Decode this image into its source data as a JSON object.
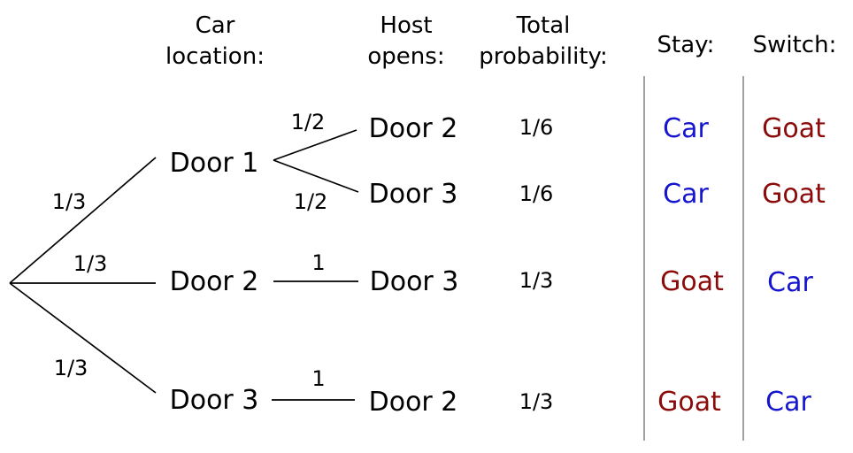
{
  "headers": {
    "car_location": [
      "Car",
      "location:"
    ],
    "host_opens": [
      "Host",
      "opens:"
    ],
    "total_probability": [
      "Total",
      "probability:"
    ],
    "stay": "Stay:",
    "switch": "Switch:"
  },
  "car_branches": [
    {
      "door": "Door 1",
      "probability": "1/3",
      "host_branches": [
        {
          "probability": "1/2",
          "opens": "Door 2",
          "total": "1/6",
          "stay": "Car",
          "switch": "Goat"
        },
        {
          "probability": "1/2",
          "opens": "Door 3",
          "total": "1/6",
          "stay": "Car",
          "switch": "Goat"
        }
      ]
    },
    {
      "door": "Door 2",
      "probability": "1/3",
      "host_branches": [
        {
          "probability": "1",
          "opens": "Door 3",
          "total": "1/3",
          "stay": "Goat",
          "switch": "Car"
        }
      ]
    },
    {
      "door": "Door 3",
      "probability": "1/3",
      "host_branches": [
        {
          "probability": "1",
          "opens": "Door 2",
          "total": "1/3",
          "stay": "Goat",
          "switch": "Car"
        }
      ]
    }
  ],
  "colors": {
    "car": "#1515d0",
    "goat": "#8b0a0a",
    "divider": "#808080"
  }
}
